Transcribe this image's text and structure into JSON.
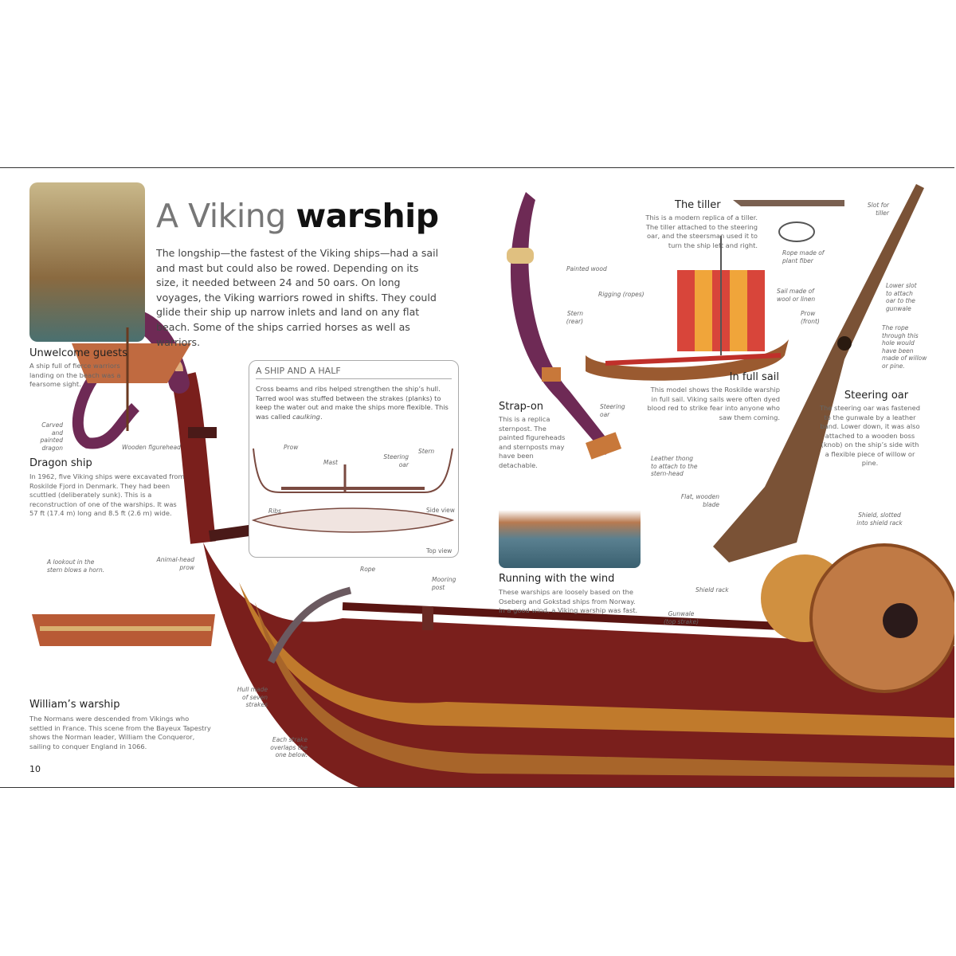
{
  "title": {
    "light": "A Viking",
    "bold": "warship"
  },
  "intro": "The longship—the fastest of the Viking ships—had a sail and mast but could also be rowed. Depending on its size, it needed between 24 and 50 oars. On long voyages, the Viking warriors rowed in shifts. They could glide their ship up narrow inlets and land on any flat beach. Some of the ships carried horses as well as warriors.",
  "sections": {
    "unwelcome": {
      "heading": "Unwelcome guests",
      "text": "A ship full of fierce warriors landing on the beach was a fearsome sight."
    },
    "dragon": {
      "heading": "Dragon ship",
      "text": "In 1962, five Viking ships were excavated from Roskilde Fjord in Denmark. They had been scuttled (deliberately sunk). This is a reconstruction of one of the warships. It was 57 ft (17.4 m) long and 8.5 ft (2.6 m) wide."
    },
    "william": {
      "heading": "William’s warship",
      "text": "The Normans were descended from Vikings who settled in France. This scene from the Bayeux Tapestry shows the Norman leader, William the Conqueror, sailing to conquer England in 1066."
    },
    "half": {
      "heading": "A SHIP AND A HALF",
      "text": "Cross beams and ribs helped strengthen the ship’s hull. Tarred wool was stuffed between the strakes (planks) to keep the water out and make the ships more flexible. This was called",
      "em": "caulking",
      "end": "."
    },
    "strapon": {
      "heading": "Strap-on",
      "text": "This is a replica sternpost. The painted figureheads and sternposts may have been detachable."
    },
    "tiller": {
      "heading": "The tiller",
      "text": "This is a modern replica of a tiller. The tiller attached to the steering oar, and the steersman used it to turn the ship left and right."
    },
    "fullsail": {
      "heading": "In full sail",
      "text": "This model shows the Roskilde warship in full sail. Viking sails were often dyed blood red to strike fear into anyone who saw them coming."
    },
    "steering": {
      "heading": "Steering oar",
      "text": "The steering oar was fastened to the gunwale by a leather band. Lower down, it was also attached to a wooden boss (knob) on the ship’s side with a flexible piece of willow or pine."
    },
    "running": {
      "heading": "Running with the wind",
      "text": "These warships are loosely based on the Oseberg and Gokstad ships from Norway. In a good wind, a Viking warship was fast."
    }
  },
  "labels": {
    "carved": "Carved and painted dragon",
    "figurehead": "Wooden figurehead",
    "prow": "Prow",
    "mast": "Mast",
    "steering_oar": "Steering oar",
    "stern": "Stern",
    "ribs": "Ribs",
    "side_view": "Side view",
    "top_view": "Top view",
    "lookout": "A lookout in the stern blows a horn.",
    "animal_head": "Animal-head prow",
    "hull": "Hull made of seven strakes",
    "overlap": "Each strake overlaps the one below.",
    "rope": "Rope",
    "mooring": "Mooring post",
    "painted_wood": "Painted wood",
    "steering_oar2": "Steering oar",
    "leather": "Leather thong to attach to the stern-head",
    "rigging": "Rigging (ropes)",
    "stern_rear": "Stern (rear)",
    "sail_made": "Sail made of wool or linen",
    "prow_front": "Prow (front)",
    "rope_fiber": "Rope made of plant fiber",
    "slot": "Slot for tiller",
    "lower_slot": "Lower slot to attach oar to the gunwale",
    "rope_hole": "The rope through this hole would have been made of willow or pine.",
    "flat_blade": "Flat, wooden blade",
    "shield_slotted": "Shield, slotted into shield rack",
    "shield_rack": "Shield rack",
    "gunwale": "Gunwale (top strake)"
  },
  "page_number": "10",
  "colors": {
    "hull_red": "#7a1f1c",
    "strake_orange": "#c07a2c",
    "figurehead_purple": "#6e2a55",
    "sail_red": "#d8453a",
    "sail_orange": "#f0a53a",
    "wood": "#7a5236"
  }
}
